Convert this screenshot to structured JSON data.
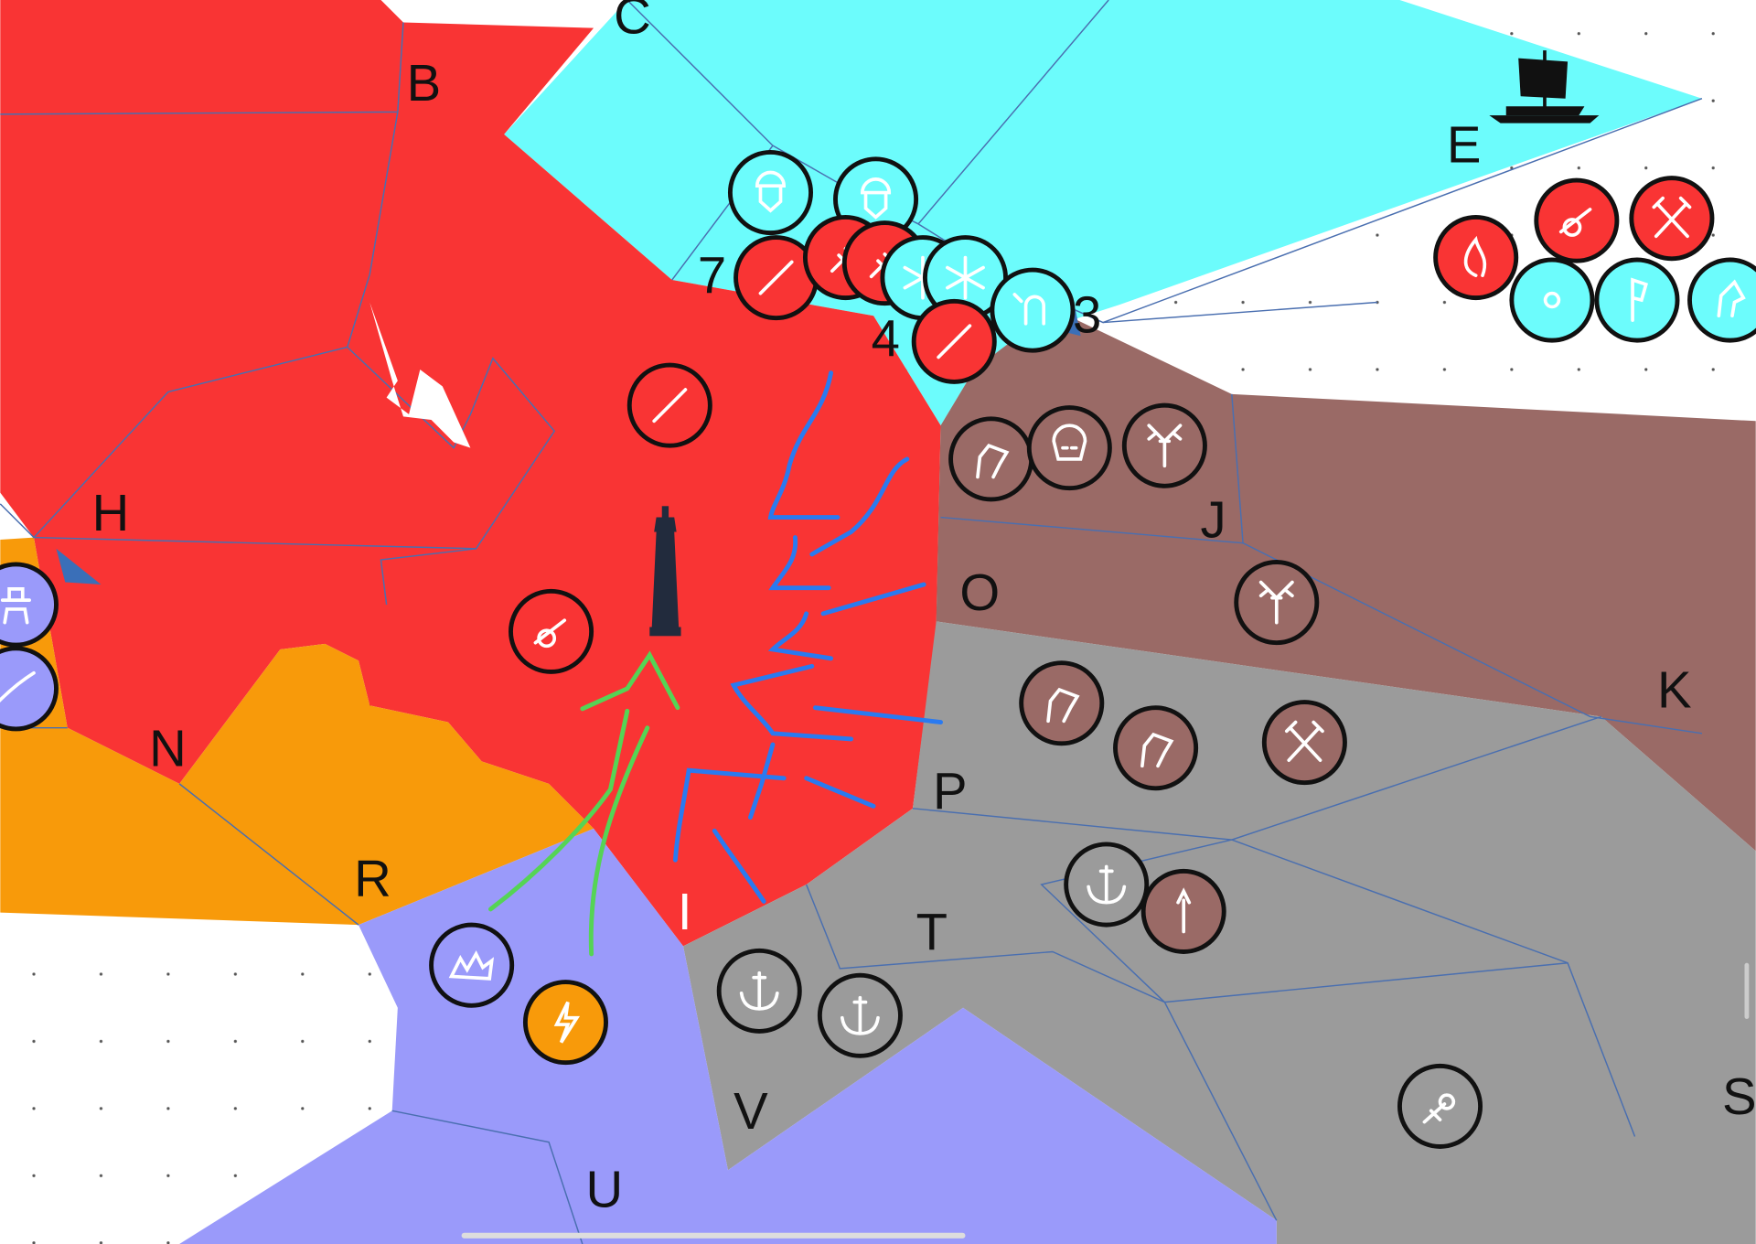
{
  "colors": {
    "red": "#f93434",
    "cyan": "#6cfcfc",
    "brown": "#9a6a66",
    "gray": "#9b9b9b",
    "orange": "#f89a0a",
    "purple": "#9a9afa",
    "arrow_blue": "#3a6fb8",
    "river_blue": "#2a7af0",
    "path_green": "#55d455"
  },
  "labels": {
    "B": "B",
    "C": "C",
    "E": "E",
    "H": "H",
    "N": "N",
    "R": "R",
    "I": "I",
    "J": "J",
    "O": "O",
    "K": "K",
    "P": "P",
    "T": "T",
    "V": "V",
    "U": "U",
    "S": "S",
    "n7": "7",
    "n4": "4",
    "n3": "3"
  },
  "tokens": [
    {
      "icon": "engineer-helmet-icon",
      "color": "#6cfcfc"
    },
    {
      "icon": "engineer-helmet-icon",
      "color": "#6cfcfc"
    },
    {
      "icon": "sword-icon",
      "color": "#f93434"
    },
    {
      "icon": "drill-icon",
      "color": "#f93434"
    },
    {
      "icon": "drill-icon",
      "color": "#f93434"
    },
    {
      "icon": "snowflake-icon",
      "color": "#6cfcfc"
    },
    {
      "icon": "snowflake-icon",
      "color": "#6cfcfc"
    },
    {
      "icon": "sword-icon",
      "color": "#f93434"
    },
    {
      "icon": "sun-head-icon",
      "color": "#6cfcfc"
    },
    {
      "icon": "fire-icon",
      "color": "#f93434"
    },
    {
      "icon": "cannon-icon",
      "color": "#f93434"
    },
    {
      "icon": "crossed-axes-icon",
      "color": "#f93434"
    },
    {
      "icon": "shield-icon",
      "color": "#6cfcfc"
    },
    {
      "icon": "halberd-icon",
      "color": "#6cfcfc"
    },
    {
      "icon": "horse-head-icon",
      "color": "#6cfcfc"
    },
    {
      "icon": "sword-icon",
      "color": "#f93434"
    },
    {
      "icon": "cannon-icon",
      "color": "#f93434"
    },
    {
      "icon": "dragon-head-icon",
      "color": "#9a6a66"
    },
    {
      "icon": "skull-helmet-icon",
      "color": "#9a6a66"
    },
    {
      "icon": "stag-skull-icon",
      "color": "#9a6a66"
    },
    {
      "icon": "stag-skull-icon",
      "color": "#9a6a66"
    },
    {
      "icon": "dragon-head-icon",
      "color": "#9a6a66"
    },
    {
      "icon": "dragon-head-icon",
      "color": "#9a6a66"
    },
    {
      "icon": "crossed-axes-icon",
      "color": "#9a6a66"
    },
    {
      "icon": "anchor-icon",
      "color": "#9b9b9b"
    },
    {
      "icon": "spear-icon",
      "color": "#9a6a66"
    },
    {
      "icon": "anchor-icon",
      "color": "#9b9b9b"
    },
    {
      "icon": "anchor-icon",
      "color": "#9b9b9b"
    },
    {
      "icon": "charging-figure-icon",
      "color": "#9b9b9b"
    },
    {
      "icon": "wolves-icon",
      "color": "#9a9afa"
    },
    {
      "icon": "lightning-icon",
      "color": "#f89a0a"
    },
    {
      "icon": "hat-figure-icon",
      "color": "#9a9afa"
    },
    {
      "icon": "scimitar-icon",
      "color": "#9a9afa"
    }
  ]
}
